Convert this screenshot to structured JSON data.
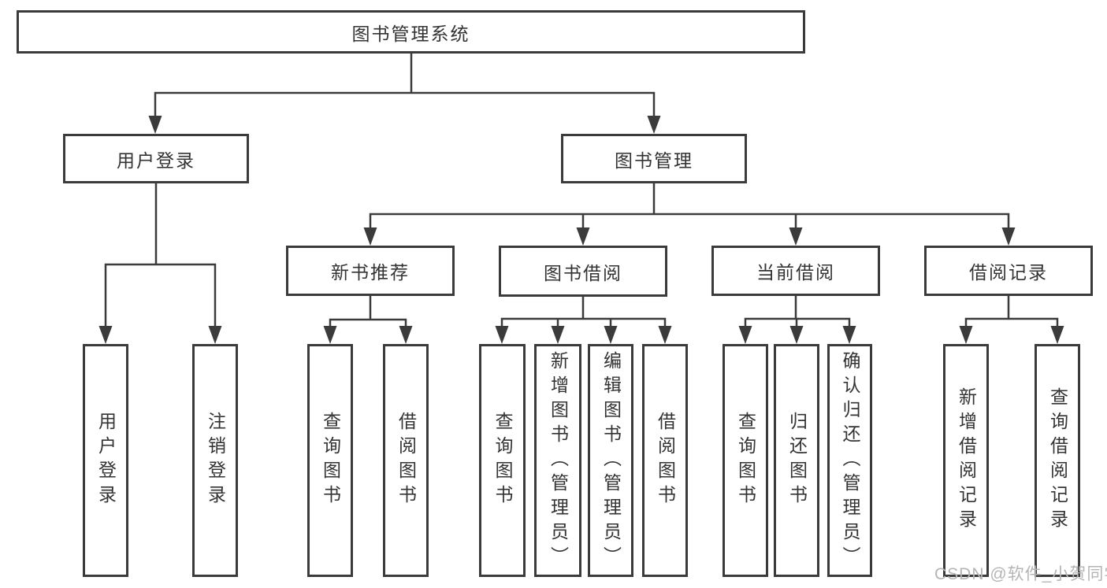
{
  "tree": {
    "root": {
      "label": "图书管理系统"
    },
    "l2": [
      {
        "label": "用户登录"
      },
      {
        "label": "图书管理"
      }
    ],
    "l3": [
      {
        "label": "新书推荐",
        "parent": "图书管理"
      },
      {
        "label": "图书借阅",
        "parent": "图书管理"
      },
      {
        "label": "当前借阅",
        "parent": "图书管理"
      },
      {
        "label": "借阅记录",
        "parent": "图书管理"
      }
    ],
    "leaves": [
      {
        "label": "用户登录",
        "parent": "用户登录"
      },
      {
        "label": "注销登录",
        "parent": "用户登录"
      },
      {
        "label": "查询图书",
        "parent": "新书推荐"
      },
      {
        "label": "借阅图书",
        "parent": "新书推荐"
      },
      {
        "label": "查询图书",
        "parent": "图书借阅"
      },
      {
        "label": "新增图书（管理员）",
        "parent": "图书借阅"
      },
      {
        "label": "编辑图书（管理员）",
        "parent": "图书借阅"
      },
      {
        "label": "借阅图书",
        "parent": "图书借阅"
      },
      {
        "label": "查询图书",
        "parent": "当前借阅"
      },
      {
        "label": "归还图书",
        "parent": "当前借阅"
      },
      {
        "label": "确认归还（管理员）",
        "parent": "当前借阅"
      },
      {
        "label": "新增借阅记录",
        "parent": "借阅记录"
      },
      {
        "label": "查询借阅记录",
        "parent": "借阅记录"
      }
    ]
  },
  "watermark": {
    "text": "CSDN @软件_小贺同学"
  },
  "colors": {
    "line": "#3b3b3b",
    "text": "#333333",
    "watermark": "#b5b5b5",
    "background": "#ffffff"
  }
}
